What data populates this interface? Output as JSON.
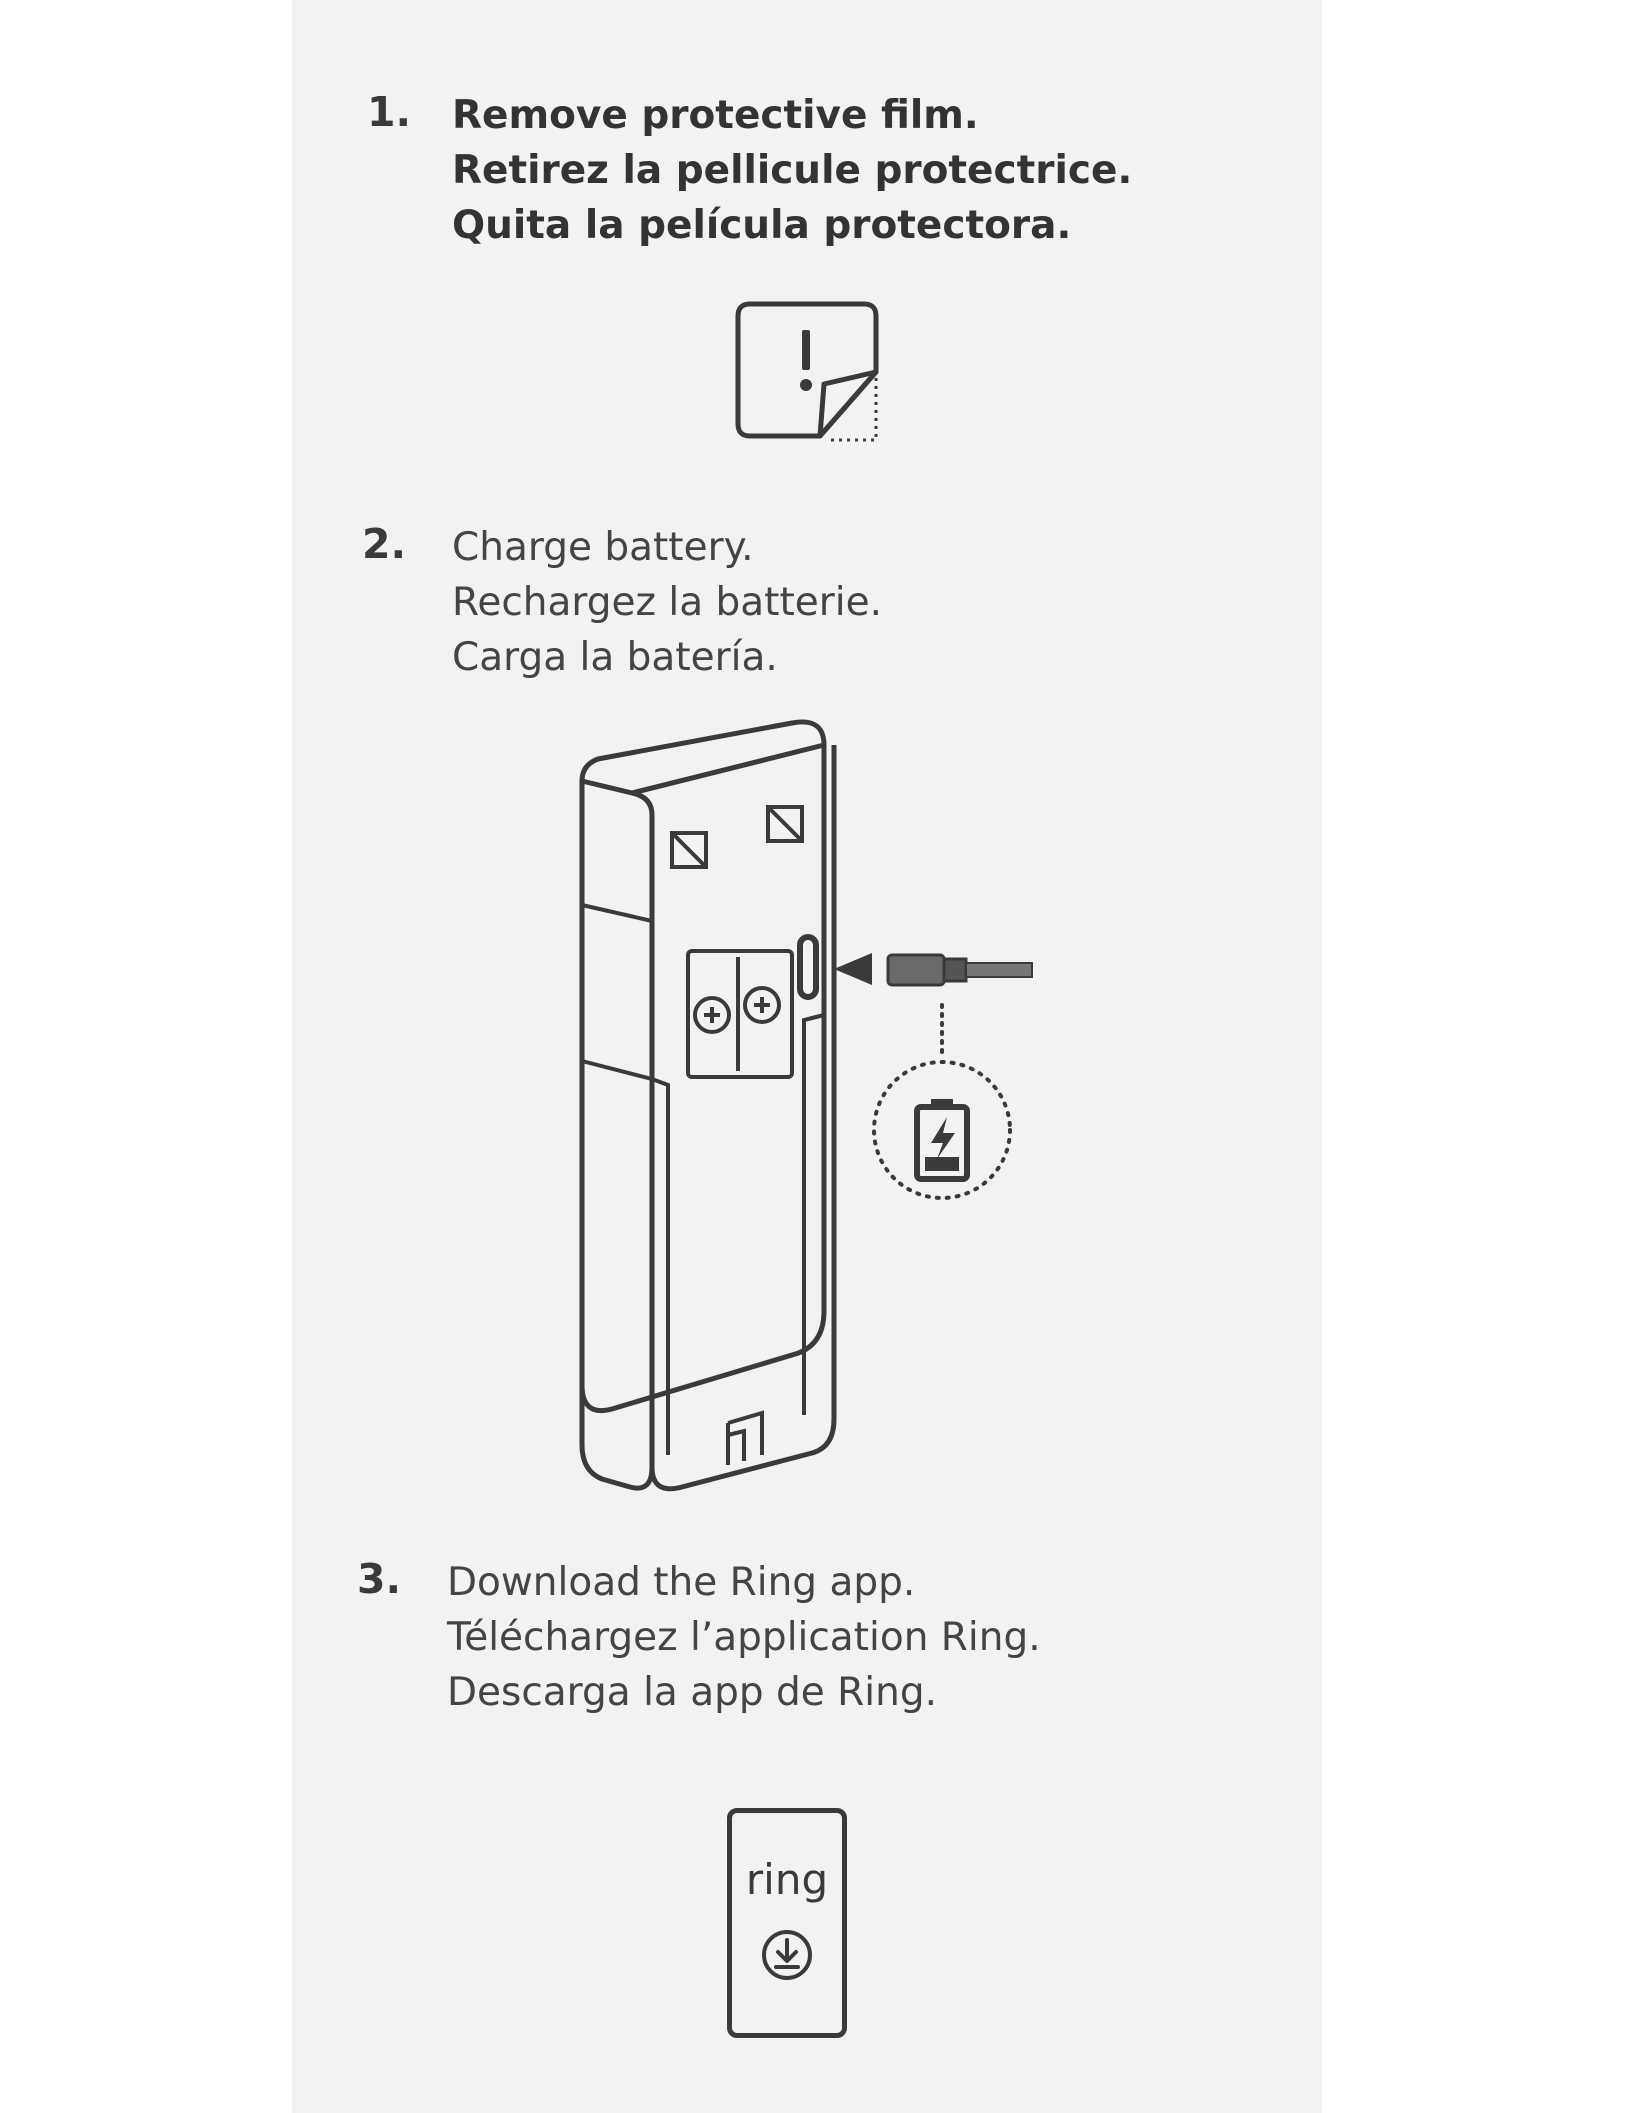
{
  "steps": [
    {
      "number": "1.",
      "lines": [
        "Remove protective film.",
        "Retirez la pellicule protectrice.",
        "Quita la película protectora."
      ],
      "icon": "protective-film-icon"
    },
    {
      "number": "2.",
      "lines": [
        "Charge battery.",
        "Rechargez la batterie.",
        "Carga la batería."
      ],
      "icon": "battery-charging-icon"
    },
    {
      "number": "3.",
      "lines": [
        "Download the Ring app.",
        "Téléchargez l’application Ring.",
        "Descarga la app de Ring."
      ],
      "icon": "download-icon"
    }
  ],
  "app_tile": {
    "logo_text": "ring"
  },
  "colors": {
    "ink": "#3a3a3a",
    "paper": "#f2f2f0"
  }
}
